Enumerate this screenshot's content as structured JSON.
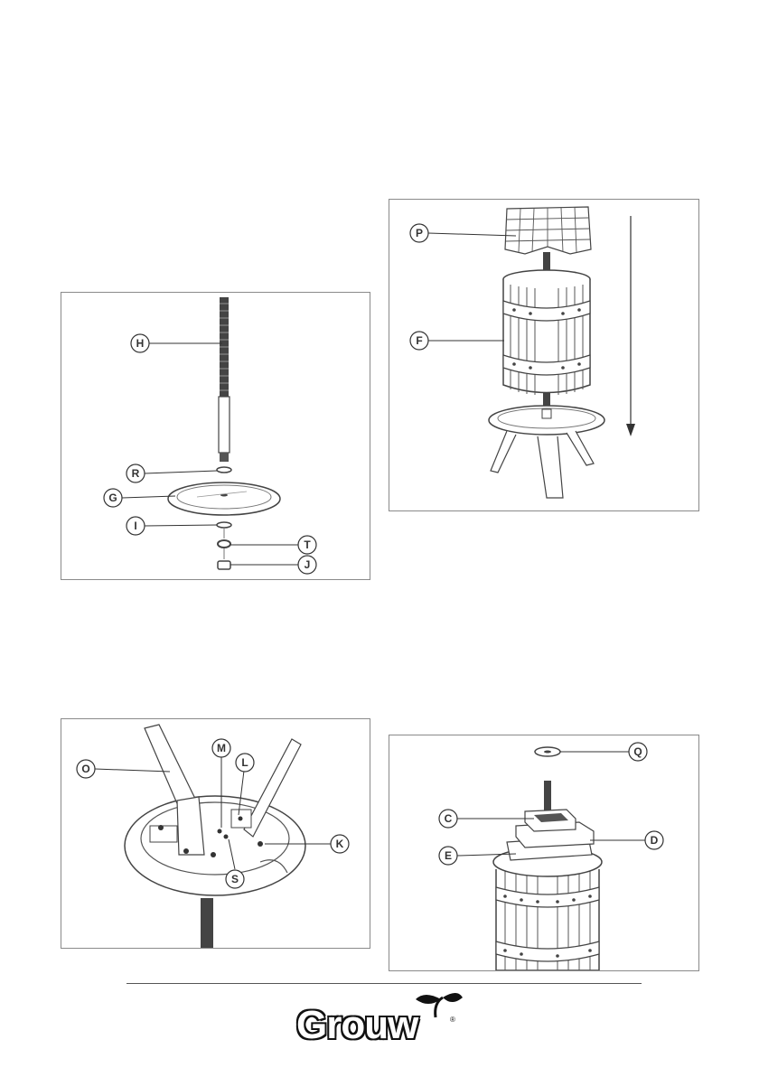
{
  "panels": {
    "top_left": {
      "labels": {
        "H": "H",
        "R": "R",
        "G": "G",
        "I": "I",
        "T": "T",
        "J": "J"
      }
    },
    "top_right": {
      "labels": {
        "P": "P",
        "F": "F"
      }
    },
    "bottom_left": {
      "labels": {
        "O": "O",
        "M": "M",
        "L": "L",
        "K": "K",
        "S": "S"
      }
    },
    "bottom_right": {
      "labels": {
        "Q": "Q",
        "C": "C",
        "D": "D",
        "E": "E"
      }
    }
  },
  "footer": {
    "brand": "Grouw",
    "registered": "®"
  }
}
